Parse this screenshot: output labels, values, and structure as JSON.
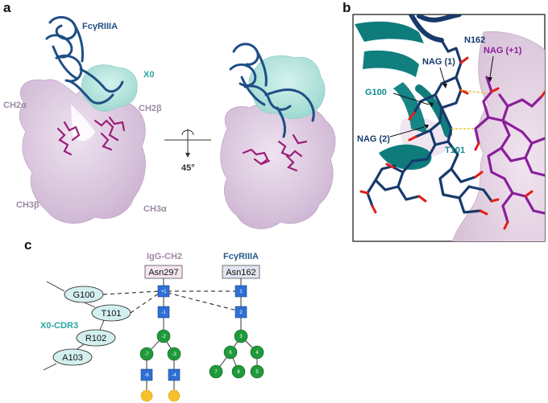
{
  "panel_letters": {
    "a": "a",
    "b": "b",
    "c": "c"
  },
  "panel_a": {
    "receptor": "FcγRIIIA",
    "nanobody": "X0",
    "domain_labels": {
      "ch2a": "CH2α",
      "ch2b": "CH2β",
      "ch3b": "CH3β",
      "ch3a": "CH3α"
    },
    "rotation": "45°",
    "colors": {
      "receptor": "#1f4e86",
      "nanobody": "#bfe9e2",
      "fc": "#e4d4e6",
      "glycan": "#9b1e7a"
    }
  },
  "panel_b": {
    "labels": {
      "n162": "N162",
      "nag_plus1": "NAG (+1)",
      "nag1": "NAG (1)",
      "g100": "G100",
      "nag2": "NAG (2)",
      "t101": "T101"
    },
    "colors": {
      "ribbon": "#0f7c7c",
      "stick_blue": "#173a6b",
      "stick_purple": "#8a1f9a",
      "oxygen": "#e0201a"
    }
  },
  "panel_c": {
    "cdr_label": "X0-CDR3",
    "residues": [
      "G100",
      "T101",
      "R102",
      "A103"
    ],
    "igg_header": "IgG-CH2",
    "igg_site": "Asn297",
    "fcr_header": "FcγRIIIA",
    "fcr_site": "Asn162",
    "igg_glycan": {
      "squares": [
        "+1",
        "-1",
        "-6",
        "-4"
      ],
      "circles": [
        "-2",
        "-7",
        "-3"
      ],
      "galactose": [
        "",
        ""
      ]
    },
    "fcr_glycan": {
      "squares": [
        "1",
        "2"
      ],
      "circles": [
        "3",
        "6",
        "4",
        "7",
        "8",
        "5"
      ]
    },
    "colors": {
      "square": "#2f6fd6",
      "circle": "#1f9a3a",
      "galactose": "#f5c12a",
      "residue": "#d4efef",
      "igg_box": "#f4e7f0",
      "fcr_box": "#dfe6ef"
    }
  }
}
